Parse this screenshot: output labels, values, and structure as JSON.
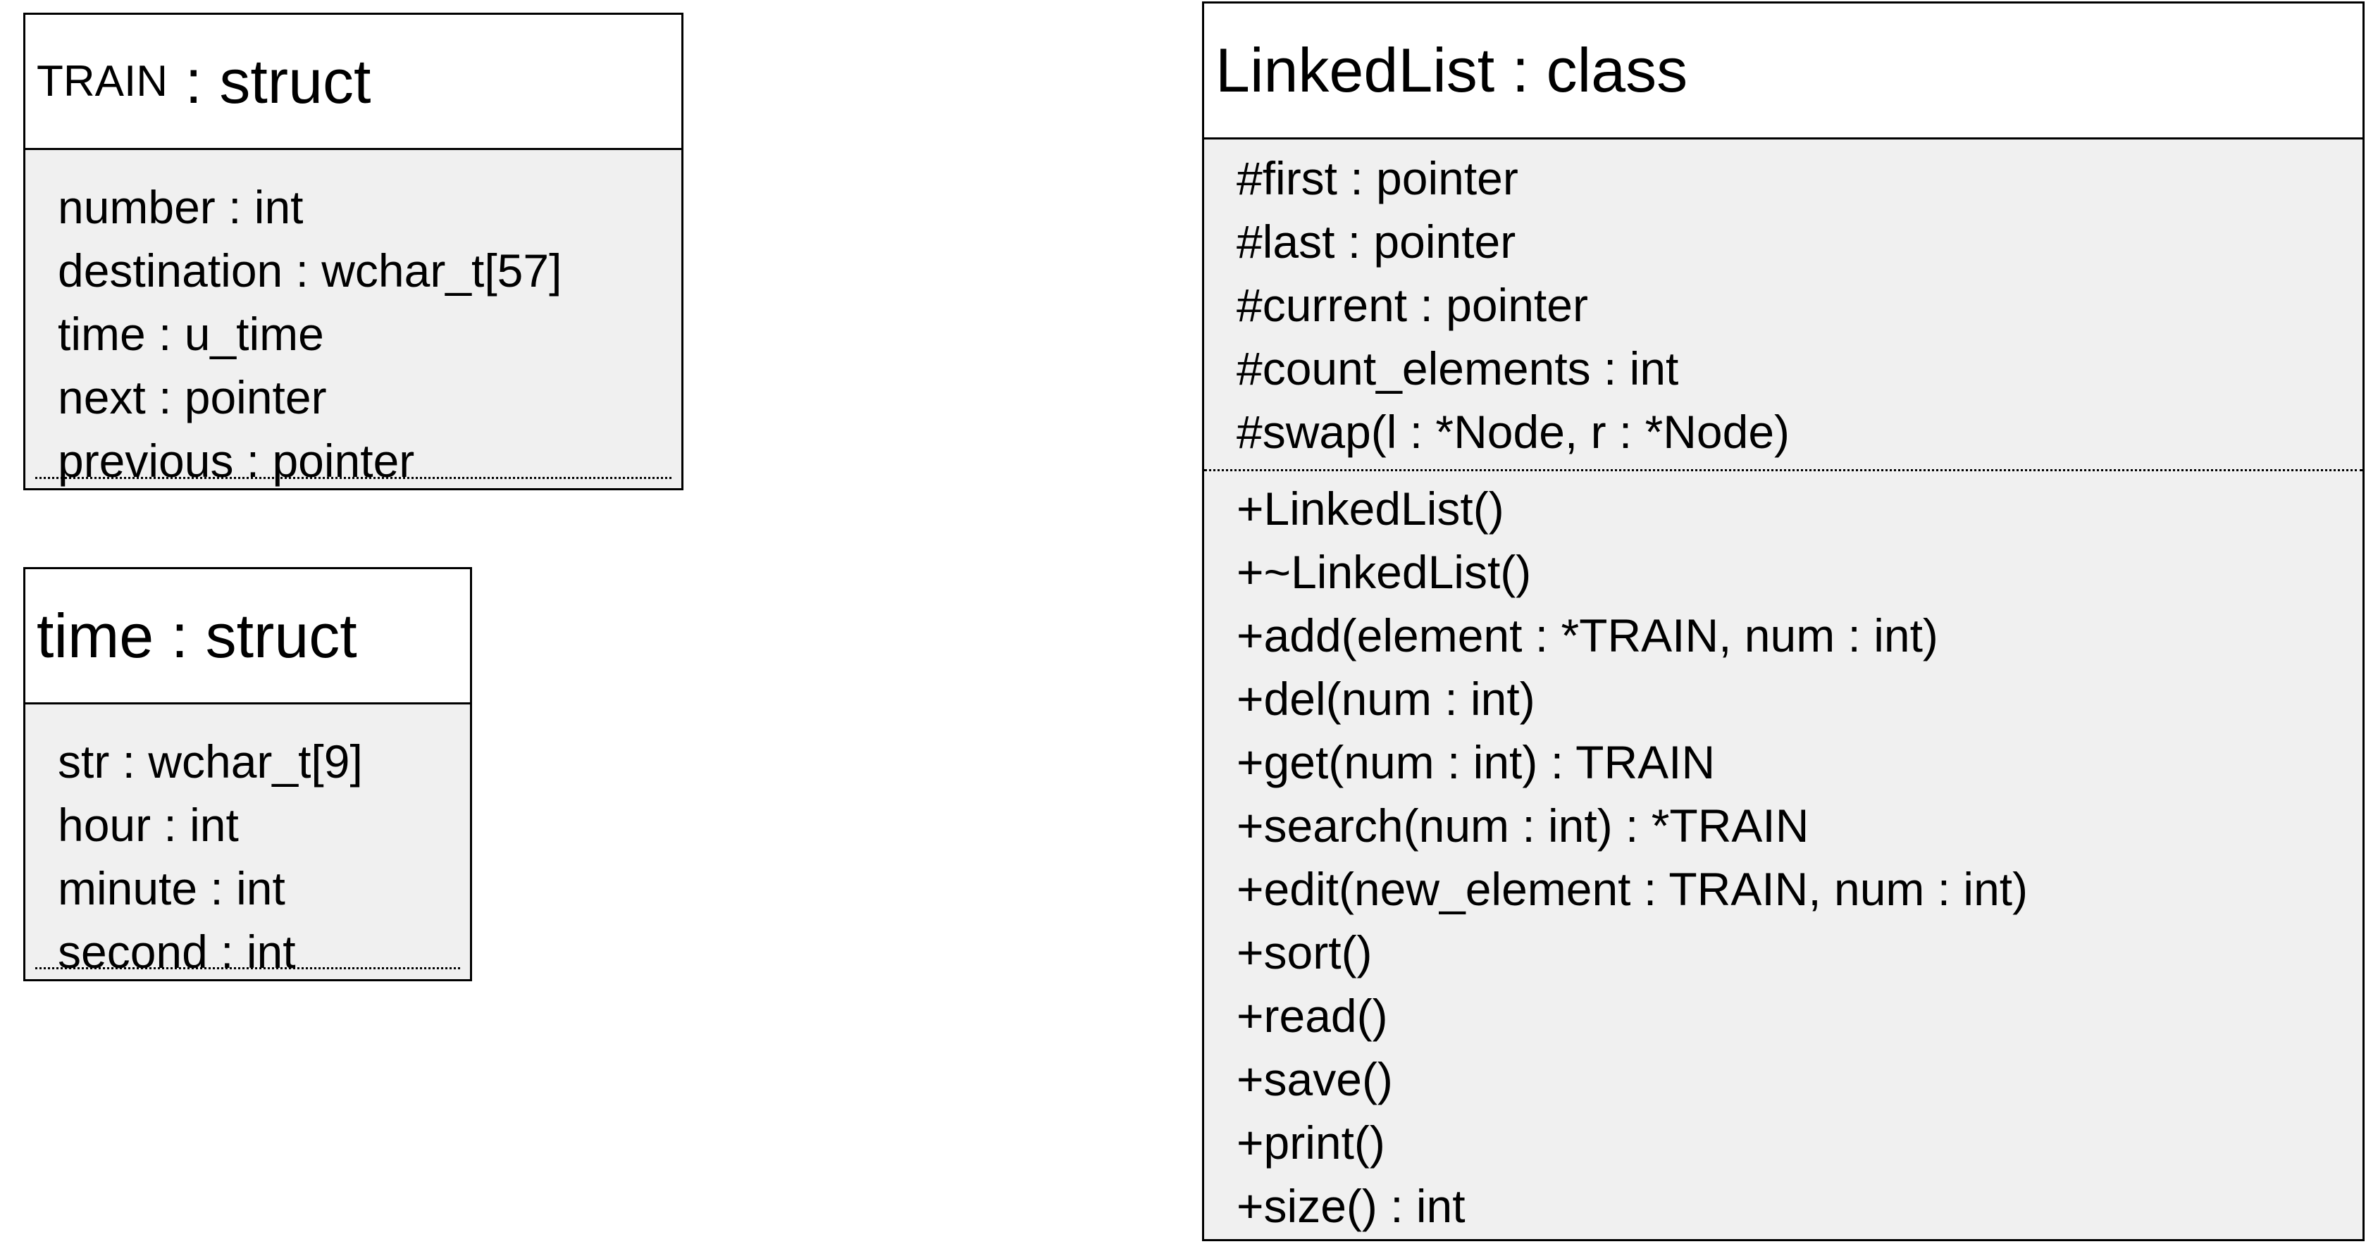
{
  "train_struct": {
    "name": "TRAIN",
    "kind": " : struct",
    "fields": [
      "number : int",
      "destination : wchar_t[57]",
      "time : u_time",
      "next : pointer",
      "previous : pointer"
    ]
  },
  "time_struct": {
    "name": "time",
    "kind": " : struct",
    "fields": [
      "str : wchar_t[9]",
      "hour : int",
      "minute : int",
      "second : int"
    ]
  },
  "linkedlist_class": {
    "name": "LinkedList",
    "kind": " : class",
    "attributes": [
      "#first : pointer",
      "#last : pointer",
      "#current : pointer",
      "#count_elements : int",
      "#swap(l : *Node, r : *Node)"
    ],
    "operations": [
      "+LinkedList()",
      "+~LinkedList()",
      "+add(element : *TRAIN, num : int)",
      "+del(num : int)",
      "+get(num : int) : TRAIN",
      "+search(num : int) : *TRAIN",
      "+edit(new_element : TRAIN, num : int)",
      "+sort()",
      "+read()",
      "+save()",
      "+print()",
      "+size() : int"
    ]
  }
}
